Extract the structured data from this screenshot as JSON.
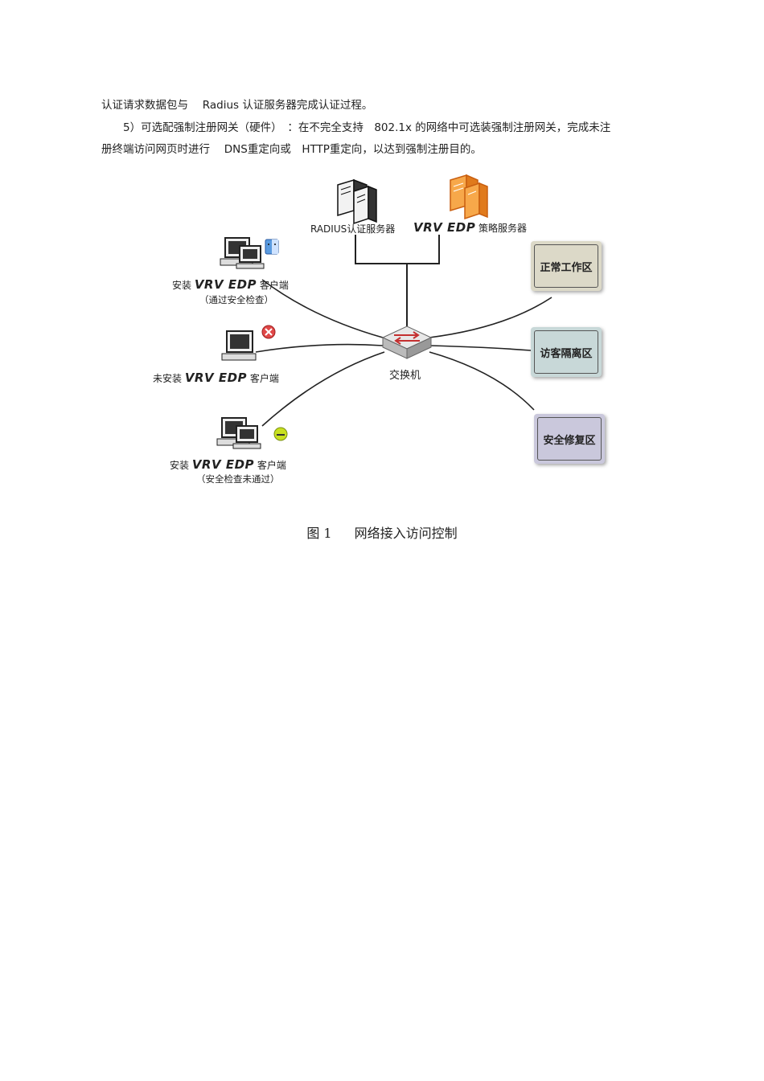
{
  "paragraphs": {
    "p1": "认证请求数据包与　 Radius  认证服务器完成认证过程。",
    "p2": "5）可选配强制注册网关（硬件）　：在不完全支持　802.1x  的网络中可选装强制注册网关，完成未注",
    "p3": "册终端访问网页时进行　 DNS重定向或　HTTP重定向，以达到强制注册目的。"
  },
  "figure": {
    "radius_server_label": "RADIUS认证服务器",
    "policy_server": {
      "brand": "VRV EDP",
      "suffix": " 策略服务器"
    },
    "switch_label": "交换机",
    "clients": [
      {
        "prefix": "安装 ",
        "brand": "VRV EDP",
        "suffix": " 客户端",
        "note": "（通过安全检查）"
      },
      {
        "prefix": "未安装 ",
        "brand": "VRV EDP",
        "suffix": " 客户端",
        "note": ""
      },
      {
        "prefix": "安装 ",
        "brand": "VRV EDP",
        "suffix": " 客户端",
        "note": "（安全检查未通过）"
      }
    ],
    "zones": [
      {
        "label": "正常工作区",
        "color": "#dcd9c8"
      },
      {
        "label": "访客隔离区",
        "color": "#c8d8d8"
      },
      {
        "label": "安全修复区",
        "color": "#cac8dc"
      }
    ]
  },
  "caption": {
    "number": "图 1",
    "title": "网络接入访问控制"
  }
}
